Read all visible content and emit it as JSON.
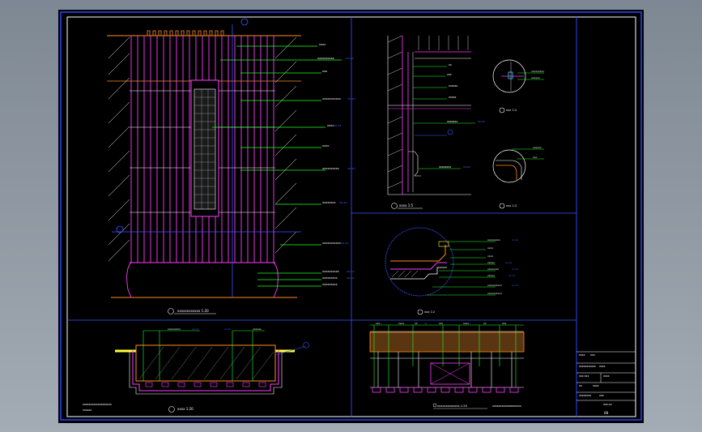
{
  "drawing": {
    "sheet_number": "08",
    "title_block": {
      "rows": [
        {
          "label": "xxxx",
          "value": "xxx"
        },
        {
          "label": "xxxxxxxxxxx",
          "value": "xxxx"
        },
        {
          "label": "xxx xxx",
          "value": "xxxx"
        },
        {
          "label": "xx",
          "value": "xxxx"
        },
        {
          "label": "xxxxxxxx",
          "value": "xxx"
        },
        {
          "label": "",
          "value": "xxx-xx"
        }
      ]
    },
    "panels": {
      "elevation": {
        "caption": "xxxxxxxxxxxx  1:20"
      },
      "plan": {
        "caption": "xxxx  1:20",
        "note1": "xxxxxxxxxxxxxxxxxxx",
        "note2": "xxxxxx"
      },
      "section_a": {
        "caption": "xxxx  1:5"
      },
      "detail_b": {
        "caption": "xxx  1:2"
      },
      "detail_c": {
        "caption": "xxx  1:2"
      },
      "detail_d": {
        "caption": "xxx  1:2"
      },
      "ceiling": {
        "caption": "xxxxxxxxxxxxx  1:20",
        "note": "xxxxxxxxxxxxxxxxxxx"
      }
    }
  }
}
